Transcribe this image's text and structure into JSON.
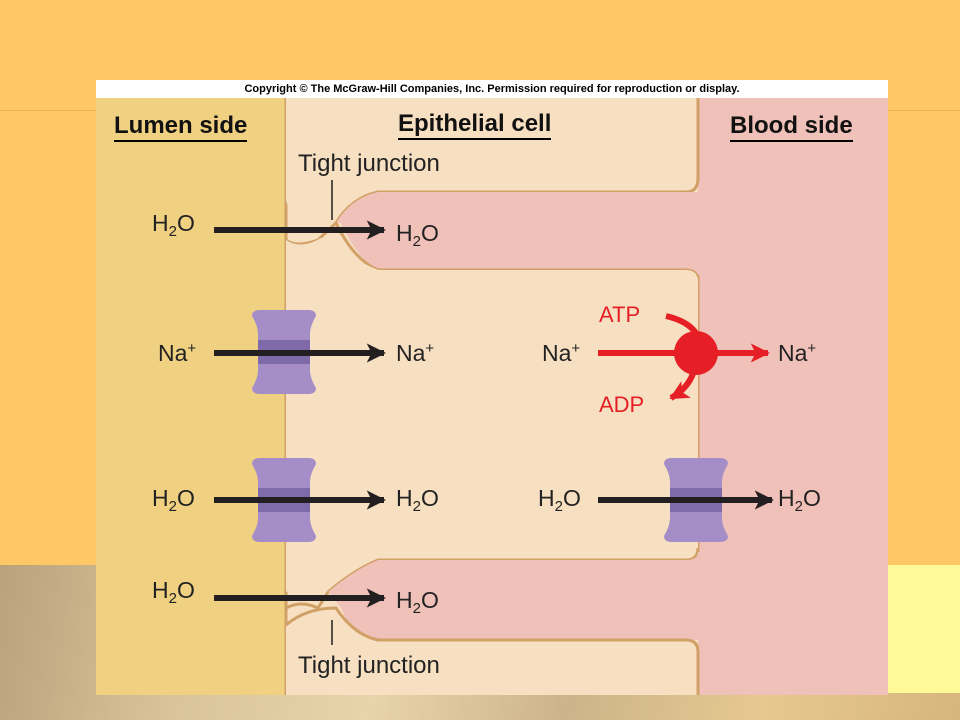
{
  "copyright": "Copyright © The McGraw-Hill Companies, Inc. Permission required for reproduction or display.",
  "headers": {
    "lumen": "Lumen side",
    "epithelial": "Epithelial cell",
    "blood": "Blood side"
  },
  "tight_junction_label": "Tight junction",
  "h2o": {
    "main": "H",
    "sub": "2",
    "tail": "O"
  },
  "na": {
    "main": "Na",
    "sup": "+"
  },
  "atp": "ATP",
  "adp": "ADP",
  "colors": {
    "lumen": "#f0d182",
    "cell": "#f7e0c1",
    "blood": "#f0c1b8",
    "membrane": "#d1a066",
    "arrow": "#231f20",
    "pump": "#e61f26",
    "channel": "#a58ec8",
    "background": "#fdc865"
  }
}
